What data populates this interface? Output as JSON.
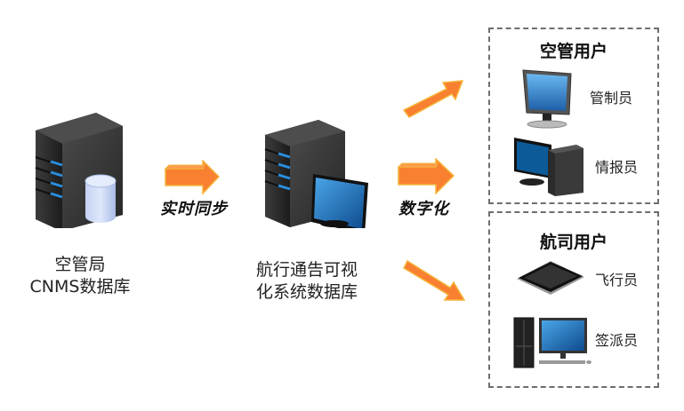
{
  "nodes": {
    "source": {
      "line1": "空管局",
      "line2": "CNMS数据库",
      "icon": "server-database-icon"
    },
    "middle": {
      "line1": "航行通告可视",
      "line2": "化系统数据库",
      "icon": "server-monitor-icon"
    }
  },
  "arrows": {
    "sync_label": "实时同步",
    "digitize_label": "数字化"
  },
  "groups": [
    {
      "title": "空管用户",
      "roles": [
        {
          "label": "管制员",
          "icon": "lcd-monitor-icon"
        },
        {
          "label": "情报员",
          "icon": "desktop-computer-icon"
        }
      ]
    },
    {
      "title": "航司用户",
      "roles": [
        {
          "label": "飞行员",
          "icon": "tablet-icon"
        },
        {
          "label": "签派员",
          "icon": "workstation-icon"
        }
      ]
    }
  ],
  "colors": {
    "arrow": "#f98030",
    "arrow_edge": "#f5b53a",
    "server_body": "#3a3a3a",
    "server_led": "#2a8fe0",
    "box_border": "#6e6e6e"
  }
}
